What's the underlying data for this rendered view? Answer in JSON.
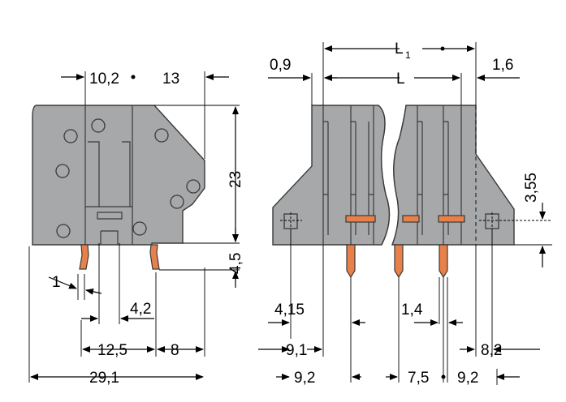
{
  "dimensions": {
    "left_view": {
      "top_left": "10,2",
      "top_right": "13",
      "height": "23",
      "pin_height": "4,5",
      "pin_thickness": "1",
      "pin_offset": "4,2",
      "pitch_a": "12,5",
      "pitch_b": "8",
      "overall_width": "29,1"
    },
    "right_view": {
      "left_margin": "0,9",
      "overall_length_L1": "L",
      "overall_length_L1_sub": "1",
      "length_L": "L",
      "right_margin": "1,6",
      "hole_height": "3,55",
      "left_offset": "4,15",
      "pin_gap": "1,4",
      "left_pitch": "9,1",
      "right_offset": "8,2",
      "bottom_left": "9,2",
      "bottom_mid": "7,5",
      "bottom_right": "9,2"
    }
  },
  "colors": {
    "housing": "#a6a8aa",
    "pin": "#e8804a",
    "outline": "#3a3a3a"
  }
}
